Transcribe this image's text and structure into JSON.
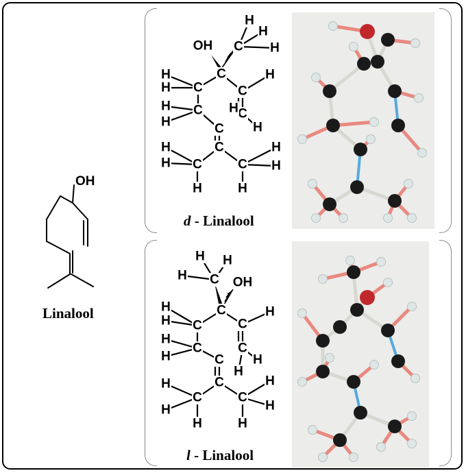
{
  "main_structure": {
    "label": "Linalool",
    "hydroxyl_label": "OH"
  },
  "panels": [
    {
      "id": "d",
      "prefix": "d",
      "suffix": " - Linalool",
      "hydroxyl_label": "OH",
      "photo_colors": {
        "background": "#ececea",
        "carbon": "#1a1a1a",
        "oxygen": "#c0282c",
        "hydrogen": "#dfe6e6",
        "bond": "#e88a80",
        "double_bond": "#55aadd"
      }
    },
    {
      "id": "l",
      "prefix": "l",
      "suffix": " - Linalool",
      "hydroxyl_label": "OH",
      "photo_colors": {
        "background": "#ececea",
        "carbon": "#1a1a1a",
        "oxygen": "#c0282c",
        "hydrogen": "#dfe6e6",
        "bond": "#e88a80",
        "double_bond": "#55aadd"
      }
    }
  ],
  "atoms": {
    "carbon": "C",
    "hydrogen": "H"
  }
}
